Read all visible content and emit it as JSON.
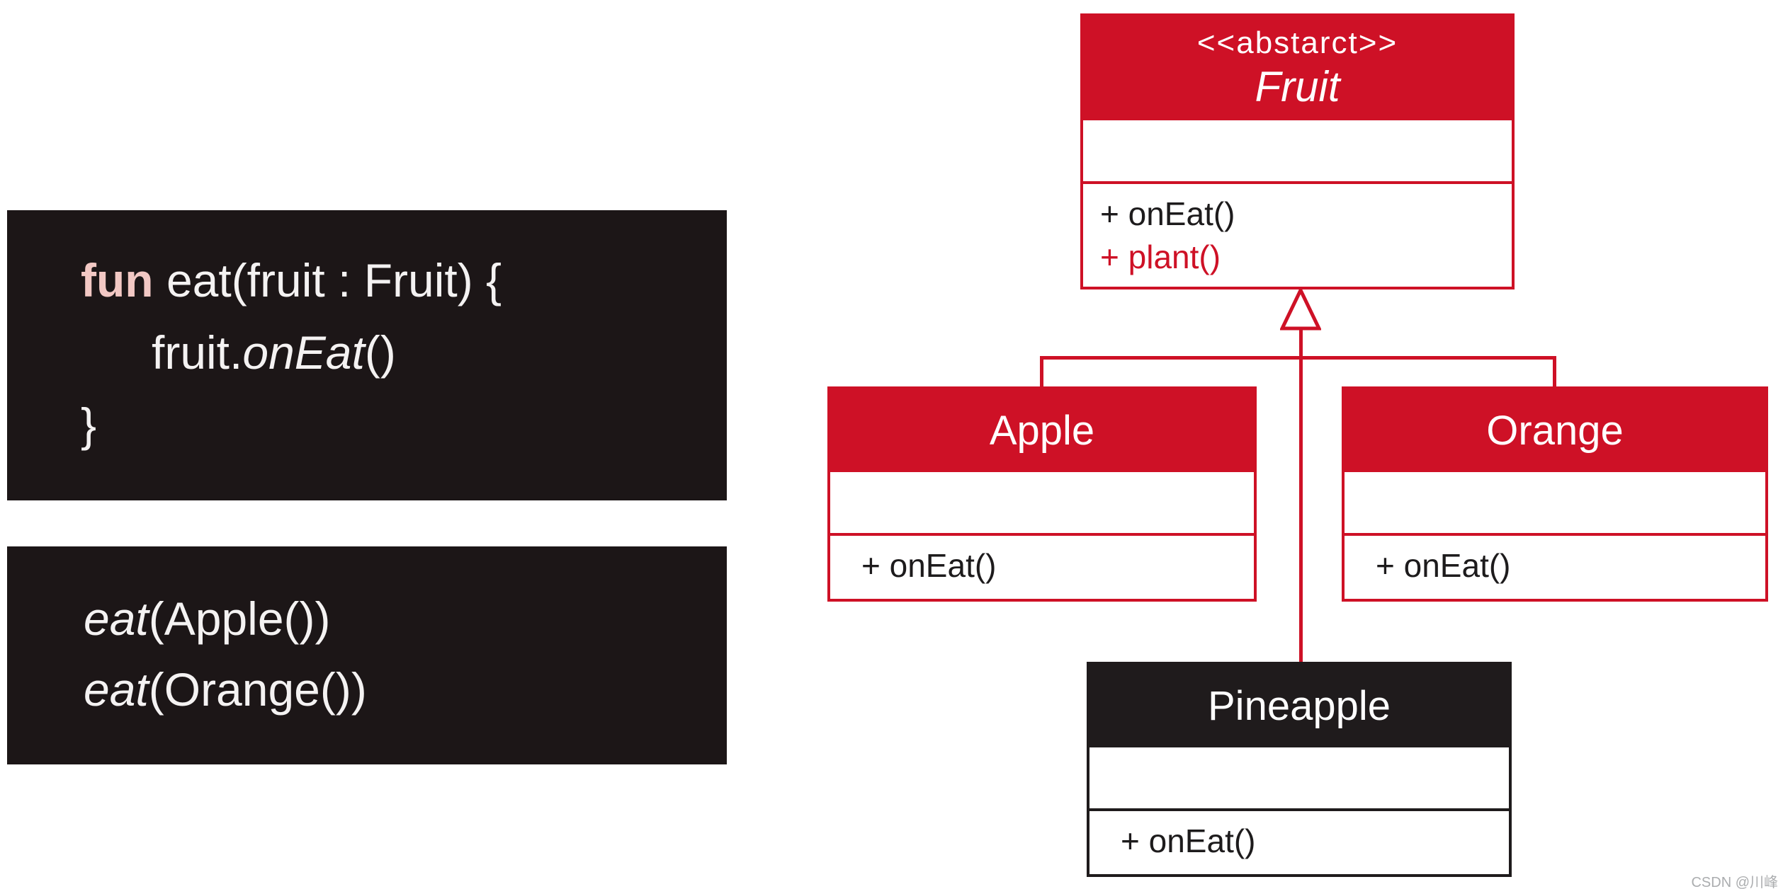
{
  "colors": {
    "accent_red": "#ce1126",
    "code_background": "#1c1617",
    "keyword_pink": "#f2c8c4",
    "code_text": "#f4f2f2",
    "uml_black": "#1f1b1c"
  },
  "code_block_1": {
    "lines": [
      {
        "segments": [
          {
            "text": "fun",
            "style": "keyword"
          },
          {
            "text": " eat(fruit : Fruit) {",
            "style": "plain"
          }
        ]
      },
      {
        "indented": true,
        "segments": [
          {
            "text": "fruit.",
            "style": "plain"
          },
          {
            "text": "onEat",
            "style": "italic"
          },
          {
            "text": "()",
            "style": "plain"
          }
        ]
      },
      {
        "segments": [
          {
            "text": "}",
            "style": "plain"
          }
        ]
      }
    ]
  },
  "code_block_2": {
    "lines": [
      {
        "segments": [
          {
            "text": "eat",
            "style": "italic"
          },
          {
            "text": "(Apple())",
            "style": "plain"
          }
        ]
      },
      {
        "segments": [
          {
            "text": "eat",
            "style": "italic"
          },
          {
            "text": "(Orange())",
            "style": "plain"
          }
        ]
      }
    ]
  },
  "uml": {
    "fruit": {
      "stereotype": "<<abstarct>>",
      "name": "Fruit",
      "methods": [
        {
          "text": "+ onEat()",
          "color": "dark"
        },
        {
          "text": "+ plant()",
          "color": "red"
        }
      ]
    },
    "apple": {
      "name": "Apple",
      "methods": [
        {
          "text": "+ onEat()",
          "color": "dark"
        }
      ]
    },
    "orange": {
      "name": "Orange",
      "methods": [
        {
          "text": "+ onEat()",
          "color": "dark"
        }
      ]
    },
    "pineapple": {
      "name": "Pineapple",
      "methods": [
        {
          "text": "+ onEat()",
          "color": "dark"
        }
      ]
    }
  },
  "watermark": "CSDN @川峰"
}
